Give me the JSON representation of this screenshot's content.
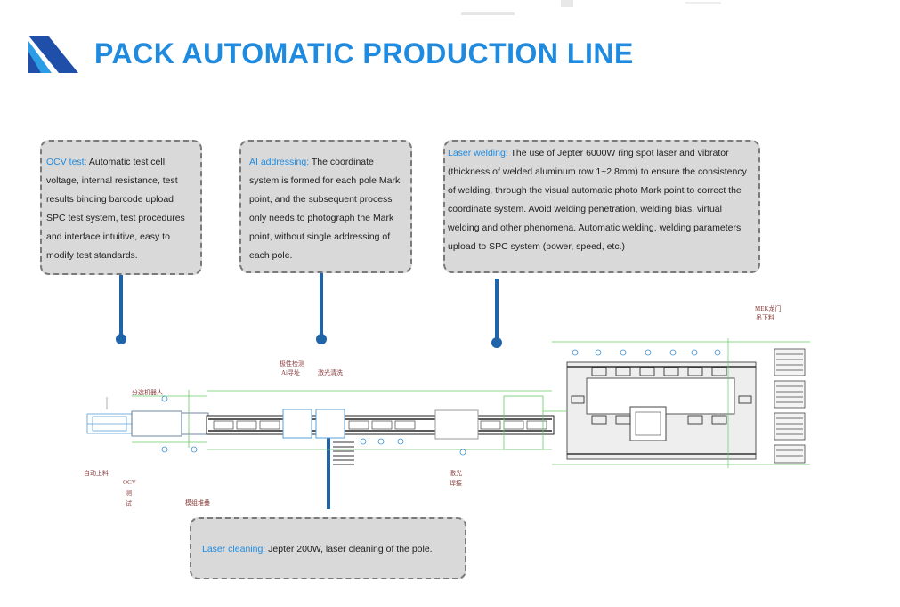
{
  "title": "PACK AUTOMATIC PRODUCTION LINE",
  "colors": {
    "accent": "#1f8be0",
    "logo_dark": "#1f4fa8",
    "callout_bg": "#d9d9d9",
    "connector": "#1f63a8"
  },
  "callouts": {
    "ocv": {
      "keyword": "OCV test:",
      "text": " Automatic test cell voltage, internal resistance, test results binding barcode upload SPC test system, test procedures and interface intuitive, easy to modify test standards."
    },
    "ai": {
      "keyword": "AI addressing:",
      "text": " The coordinate system is formed for each pole Mark point, and the subsequent process only needs to photograph the Mark point, without single addressing of each pole."
    },
    "laser": {
      "keyword": "Laser welding:",
      "text": " The use of Jepter 6000W ring spot laser and vibrator (thickness of welded aluminum row 1~2.8mm) to ensure the consistency of welding, through the visual automatic photo Mark point to correct the coordinate system. Avoid welding penetration, welding bias, virtual welding and other phenomena. Automatic welding, welding parameters upload to SPC system (power, speed, etc.)"
    },
    "clean": {
      "keyword": "Laser cleaning:",
      "text": " Jepter 200W, laser cleaning of the pole."
    }
  },
  "stations": {
    "robot": "分选机器人",
    "auto_load": "自动上料",
    "ocv_a": "OCV",
    "ocv_b": "测",
    "ocv_c": "试",
    "module_stack": "模组堆叠",
    "polarity_a": "极性检测",
    "polarity_b": "Ai寻址",
    "laser_clean": "激光清洗",
    "laser_weld_a": "激光",
    "laser_weld_b": "焊接",
    "unload_a": "MEK龙门",
    "unload_b": "吊下料"
  }
}
